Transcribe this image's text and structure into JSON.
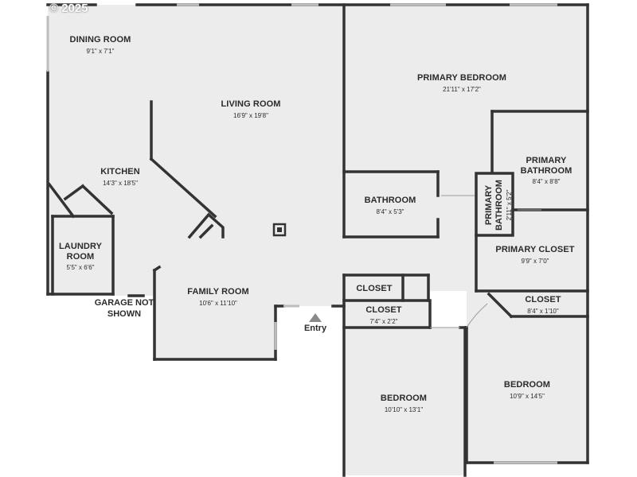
{
  "watermark": "© 2025",
  "colors": {
    "wall": "#333333",
    "floor": "#ececec",
    "window": "#cfcfcf"
  },
  "rooms": {
    "dining": {
      "name": "DINING ROOM",
      "dims": "9'1\" x 7'1\""
    },
    "living": {
      "name": "LIVING ROOM",
      "dims": "16'9\" x 19'8\""
    },
    "kitchen": {
      "name": "KITCHEN",
      "dims": "14'3\" x 18'5\""
    },
    "laundry": {
      "name_line1": "LAUNDRY",
      "name_line2": "ROOM",
      "dims": "5'5\" x 6'6\""
    },
    "family": {
      "name": "FAMILY ROOM",
      "dims": "10'6\" x 11'10\""
    },
    "primary_bedroom": {
      "name": "PRIMARY BEDROOM",
      "dims": "21'11\" x 17'2\""
    },
    "primary_bathroom": {
      "name_line1": "PRIMARY",
      "name_line2": "BATHROOM",
      "dims": "8'4\" x 8'8\""
    },
    "primary_bathroom_small": {
      "name_line1": "PRIMARY",
      "name_line2": "BATHROOM",
      "dims": "2'11\" x 5'2\""
    },
    "bathroom": {
      "name": "BATHROOM",
      "dims": "8'4\" x 5'3\""
    },
    "primary_closet": {
      "name": "PRIMARY CLOSET",
      "dims": "9'9\" x 7'0\""
    },
    "closet_upper": {
      "name": "CLOSET"
    },
    "closet_lower": {
      "name": "CLOSET",
      "dims": "7'4\" x 2'2\""
    },
    "closet_right": {
      "name": "CLOSET",
      "dims": "8'4\" x 1'10\""
    },
    "bedroom_left": {
      "name": "BEDROOM",
      "dims": "10'10\" x 13'1\""
    },
    "bedroom_right": {
      "name": "BEDROOM",
      "dims": "10'9\" x 14'5\""
    }
  },
  "notes": {
    "garage_line1": "GARAGE NOT",
    "garage_line2": "SHOWN",
    "entry": "Entry"
  }
}
